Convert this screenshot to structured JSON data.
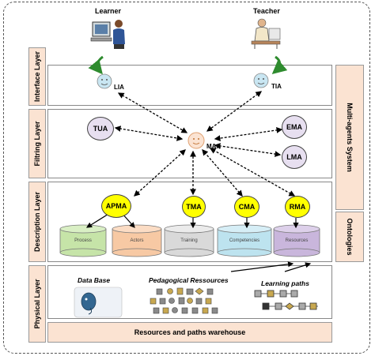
{
  "actors": {
    "learner": "Learner",
    "teacher": "Teacher"
  },
  "layers": {
    "interface": "Interface Layer",
    "filtering": "Filtring Layer",
    "description": "Description Layer",
    "physical": "Physical Layer"
  },
  "side_panels": {
    "mas": "Multi-agents System",
    "ontologies": "Ontologies"
  },
  "agents": {
    "lia": "LIA",
    "tia": "TIA",
    "maa": "MAA",
    "tua": "TUA",
    "ema": "EMA",
    "lma": "LMA",
    "apma": "APMA",
    "tma": "TMA",
    "cma": "CMA",
    "rma": "RMA"
  },
  "ontology_labels": [
    "Process",
    "Actors",
    "Training",
    "Competencies",
    "Resources"
  ],
  "physical": {
    "database": "Data Base",
    "db_logo": "PostgreSQL",
    "resources": "Pedagogical Ressources",
    "paths": "Learning paths"
  },
  "warehouse": "Resources and paths warehouse",
  "colors": {
    "label_fill": "#fbe3d2",
    "agent_lavender": "#e7dff0",
    "agent_yellow": "#ffff00",
    "arrow_green": "#2e8b2e"
  }
}
